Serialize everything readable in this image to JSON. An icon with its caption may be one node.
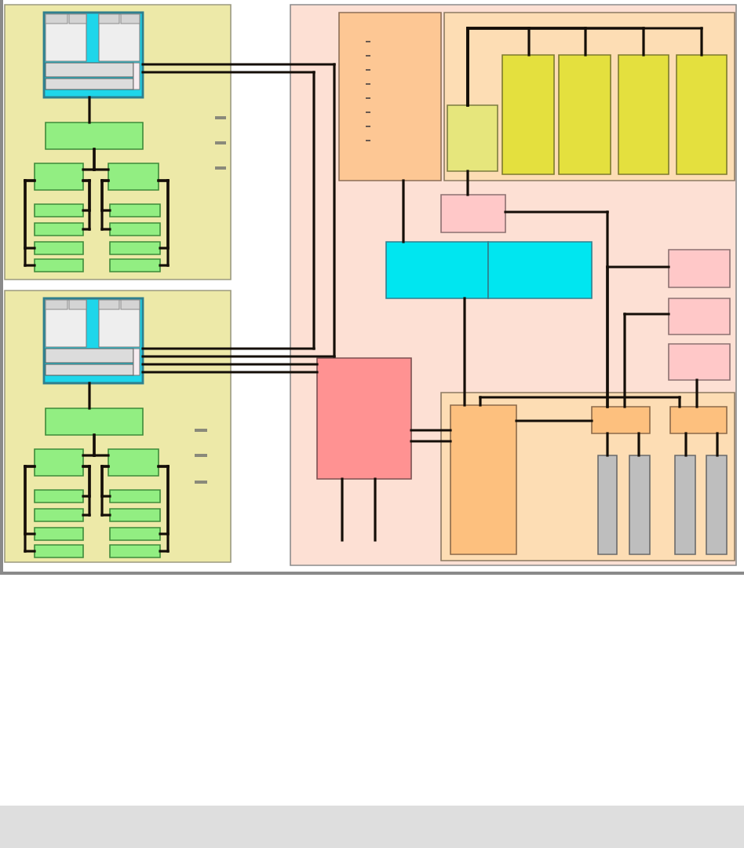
{
  "diagram": {
    "nodes": [
      {
        "text": [],
        "shape": "box"
      },
      {
        "text": [],
        "shape": "box",
        "in": 0
      },
      {
        "text": [],
        "shape": "box",
        "in": 0
      },
      {
        "text": [],
        "shape": "box",
        "in": 0
      },
      {
        "text": [],
        "shape": "box",
        "in": 0
      },
      {
        "text": [],
        "shape": "box",
        "in": 0
      },
      {
        "text": [],
        "shape": "box",
        "in": 0
      },
      {
        "text": [],
        "shape": "box",
        "in": 0
      },
      {
        "text": [],
        "shape": "box",
        "in": 0
      },
      {
        "text": [],
        "shape": "box",
        "in": 0
      },
      {
        "text": [],
        "shape": "box",
        "in": 0
      },
      {
        "text": [],
        "shape": "box",
        "in": 0
      },
      {
        "text": [],
        "shape": "box",
        "in": 0
      },
      {
        "text": [],
        "shape": "box"
      },
      {
        "text": [],
        "shape": "box",
        "in": 13
      },
      {
        "text": [],
        "shape": "box",
        "in": 13
      },
      {
        "text": [],
        "shape": "box",
        "in": 13
      },
      {
        "text": [],
        "shape": "box",
        "in": 13
      },
      {
        "text": [],
        "shape": "box",
        "in": 13
      },
      {
        "text": [],
        "shape": "box",
        "in": 13
      },
      {
        "text": [],
        "shape": "box",
        "in": 13
      },
      {
        "text": [],
        "shape": "box",
        "in": 13
      },
      {
        "text": [],
        "shape": "box",
        "in": 13
      },
      {
        "text": [],
        "shape": "box",
        "in": 13
      },
      {
        "text": [],
        "shape": "box",
        "in": 13
      },
      {
        "text": [],
        "shape": "box",
        "in": 13
      },
      {
        "text": [],
        "shape": "box"
      },
      {
        "text": [],
        "shape": "box",
        "in": 26
      },
      {
        "text": [],
        "shape": "box",
        "in": 26
      },
      {
        "text": [],
        "shape": "box",
        "in": 28
      },
      {
        "text": [],
        "shape": "box",
        "in": 28
      },
      {
        "text": [],
        "shape": "box",
        "in": 28
      },
      {
        "text": [],
        "shape": "box",
        "in": 28
      },
      {
        "text": [],
        "shape": "box",
        "in": 28
      },
      {
        "text": [],
        "shape": "box",
        "in": 26
      },
      {
        "text": [],
        "shape": "box",
        "in": 26
      },
      {
        "text": [],
        "shape": "box",
        "in": 26
      },
      {
        "text": [],
        "shape": "box",
        "in": 26
      },
      {
        "text": [],
        "shape": "box",
        "in": 26
      },
      {
        "text": [],
        "shape": "box",
        "in": 26
      },
      {
        "text": [],
        "shape": "box",
        "in": 26
      },
      {
        "text": [],
        "shape": "box",
        "in": 26
      },
      {
        "text": [],
        "shape": "box",
        "in": 41
      },
      {
        "text": [],
        "shape": "box",
        "in": 41
      },
      {
        "text": [],
        "shape": "box",
        "in": 41
      },
      {
        "text": [],
        "shape": "box",
        "in": 41
      },
      {
        "text": [],
        "shape": "box",
        "in": 41
      },
      {
        "text": [],
        "shape": "box",
        "in": 41
      },
      {
        "text": [],
        "shape": "box",
        "in": 41
      }
    ],
    "edges": [
      {
        "from": 1,
        "to": 2,
        "arrow": "none"
      },
      {
        "from": 2,
        "to": 3,
        "arrow": "none"
      },
      {
        "from": 2,
        "to": 4,
        "arrow": "none"
      },
      {
        "from": 3,
        "to": 5,
        "arrow": "none"
      },
      {
        "from": 3,
        "to": 7,
        "arrow": "none"
      },
      {
        "from": 3,
        "to": 9,
        "arrow": "none"
      },
      {
        "from": 3,
        "to": 11,
        "arrow": "none"
      },
      {
        "from": 4,
        "to": 6,
        "arrow": "none"
      },
      {
        "from": 4,
        "to": 8,
        "arrow": "none"
      },
      {
        "from": 4,
        "to": 10,
        "arrow": "none"
      },
      {
        "from": 4,
        "to": 12,
        "arrow": "none"
      },
      {
        "from": 14,
        "to": 15,
        "arrow": "none"
      },
      {
        "from": 15,
        "to": 16,
        "arrow": "none"
      },
      {
        "from": 15,
        "to": 17,
        "arrow": "none"
      },
      {
        "from": 16,
        "to": 18,
        "arrow": "none"
      },
      {
        "from": 16,
        "to": 20,
        "arrow": "none"
      },
      {
        "from": 16,
        "to": 22,
        "arrow": "none"
      },
      {
        "from": 16,
        "to": 24,
        "arrow": "none"
      },
      {
        "from": 17,
        "to": 19,
        "arrow": "none"
      },
      {
        "from": 17,
        "to": 21,
        "arrow": "none"
      },
      {
        "from": 17,
        "to": 23,
        "arrow": "none"
      },
      {
        "from": 17,
        "to": 25,
        "arrow": "none"
      },
      {
        "from": 1,
        "to": 14,
        "arrow": "none"
      },
      {
        "from": 1,
        "to": 14,
        "arrow": "none"
      },
      {
        "from": 14,
        "to": 40,
        "arrow": "none"
      },
      {
        "from": 14,
        "to": 40,
        "arrow": "none"
      },
      {
        "from": 27,
        "to": 35,
        "arrow": "none"
      },
      {
        "from": 29,
        "to": 30,
        "arrow": "none"
      },
      {
        "from": 29,
        "to": 31,
        "arrow": "none"
      },
      {
        "from": 29,
        "to": 32,
        "arrow": "none"
      },
      {
        "from": 29,
        "to": 33,
        "arrow": "none"
      },
      {
        "from": 29,
        "to": 34,
        "arrow": "none"
      },
      {
        "from": 34,
        "to": 43,
        "arrow": "none"
      },
      {
        "from": 37,
        "to": 43,
        "arrow": "none"
      },
      {
        "from": 38,
        "to": 43,
        "arrow": "none"
      },
      {
        "from": 39,
        "to": 44,
        "arrow": "none"
      },
      {
        "from": 35,
        "to": 42,
        "arrow": "none"
      },
      {
        "from": 40,
        "to": 42,
        "arrow": "none"
      },
      {
        "from": 40,
        "to": 42,
        "arrow": "none"
      },
      {
        "from": 40,
        "to": null,
        "arrow": "none"
      },
      {
        "from": 40,
        "to": null,
        "arrow": "none"
      },
      {
        "from": 42,
        "to": 44,
        "arrow": "none"
      },
      {
        "from": 42,
        "to": 43,
        "arrow": "none"
      },
      {
        "from": 43,
        "to": 45,
        "arrow": "none"
      },
      {
        "from": 43,
        "to": 46,
        "arrow": "none"
      },
      {
        "from": 44,
        "to": 47,
        "arrow": "none"
      },
      {
        "from": 44,
        "to": 48,
        "arrow": "none"
      }
    ]
  }
}
